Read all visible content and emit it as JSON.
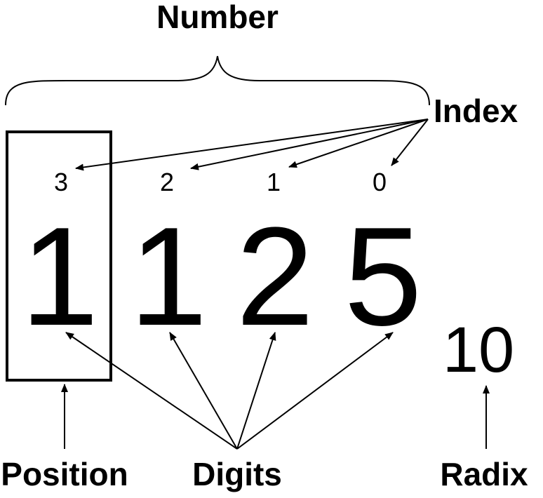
{
  "labels": {
    "number": "Number",
    "index": "Index",
    "position": "Position",
    "digits": "Digits",
    "radix": "Radix"
  },
  "indices": [
    "3",
    "2",
    "1",
    "0"
  ],
  "digits": [
    "1",
    "1",
    "2",
    "5"
  ],
  "radix_value": "10"
}
